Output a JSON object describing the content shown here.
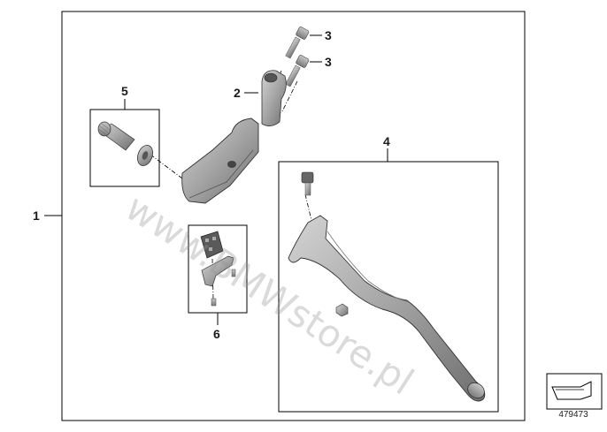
{
  "diagram": {
    "callouts": {
      "part_1": "1",
      "part_2": "2",
      "part_3a": "3",
      "part_3b": "3",
      "part_4": "4",
      "part_5": "5",
      "part_6": "6"
    },
    "watermark": "www.BMWstore.pl",
    "reference_number": "479473",
    "colors": {
      "part_grey": "#9a9a9a",
      "part_dark": "#555555",
      "outline": "#000000",
      "watermark": "#969696"
    },
    "icons": [
      "arrow-plate-icon"
    ]
  }
}
